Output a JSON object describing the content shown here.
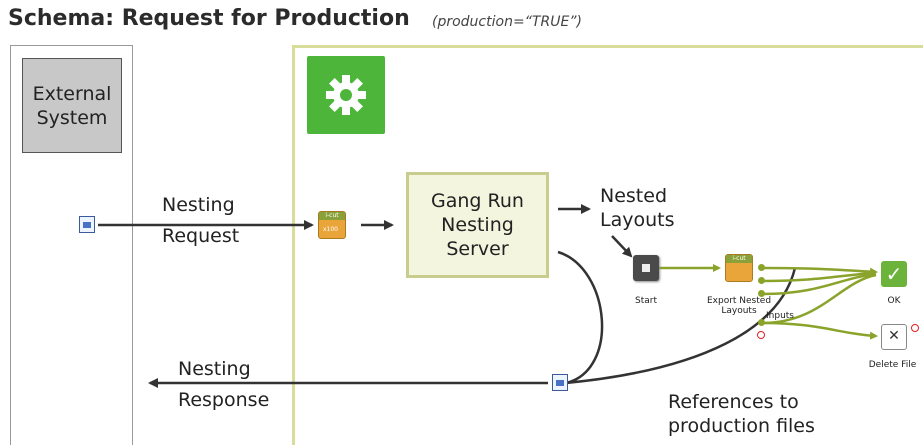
{
  "header": {
    "title": "Schema: Request for Production",
    "subtitle": "(production=“TRUE”)"
  },
  "lanes": {
    "external": {
      "label_line1": "External",
      "label_line2": "System"
    },
    "flow": {
      "icon": "gear-icon",
      "accent": "#4db53a"
    }
  },
  "labels": {
    "request_line1": "Nesting",
    "request_line2": "Request",
    "response_line1": "Nesting",
    "response_line2": "Response",
    "nested_line1": "Nested",
    "nested_line2": "Layouts",
    "references_line1": "References to",
    "references_line2": "production files"
  },
  "server": {
    "line1": "Gang Run",
    "line2": "Nesting",
    "line3": "Server"
  },
  "icon_labels": {
    "icut_band": "i-cut",
    "icut_sub": "x100"
  },
  "workflow": {
    "start": "Start",
    "export_line1": "Export Nested",
    "export_line2": "Layouts",
    "inputs": "Inputs",
    "ok": "OK",
    "delete": "Delete File"
  },
  "colors": {
    "connector": "#8aa32a",
    "arrow": "#333333",
    "lane_border": "#d9dd9a",
    "error_dot": "#dd2222"
  }
}
